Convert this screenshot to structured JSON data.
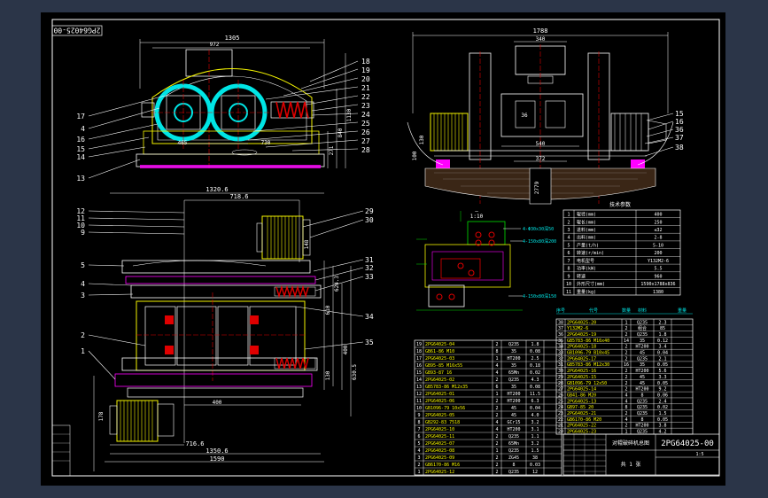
{
  "drawing": {
    "number": "2PG64025-00",
    "number_mirrored": "2PG64025-00",
    "colors": {
      "paper": "#000000",
      "frame": "#ffffff",
      "outline": "#f5f500",
      "body": "#ffffff",
      "red": "#e00000",
      "magenta": "#ff00ff",
      "cyan": "#00e5e5",
      "green": "#00e000",
      "blue": "#3a5cff",
      "orange": "#ff8a00"
    }
  },
  "front_view": {
    "dims": {
      "overall": "1305",
      "inner": "972",
      "gap": "465",
      "spring": "730",
      "h1": "271",
      "h2": "840",
      "h3": "1130"
    },
    "left_callouts": [
      "17",
      "4",
      "16",
      "15",
      "14",
      "13"
    ],
    "right_callouts": [
      "18",
      "19",
      "20",
      "21",
      "22",
      "23",
      "24",
      "25",
      "26",
      "27",
      "28"
    ]
  },
  "side_view": {
    "dims": {
      "overall": "1788",
      "top": "340",
      "base1": "540",
      "base2": "372",
      "depth": "2779",
      "h": "130",
      "v": "100",
      "ctr": "36"
    },
    "right_callouts": [
      "15",
      "16",
      "36",
      "37",
      "38"
    ]
  },
  "plan_view": {
    "dims": {
      "top1": "1320.6",
      "top2": "718.6",
      "bot1": "716.6",
      "bot2": "1350.6",
      "bot3": "1590",
      "mid": "400",
      "r1": "610",
      "r2": "624.3",
      "r3": "400",
      "r4": "630.5",
      "r5": "130",
      "r6": "178",
      "left": "148"
    },
    "left_callouts": [
      "12",
      "11",
      "10",
      "9",
      "5",
      "4",
      "3",
      "2",
      "1"
    ],
    "right_callouts": [
      "29",
      "30",
      "31",
      "32",
      "33",
      "34",
      "35"
    ]
  },
  "detail": {
    "scale": "1:10",
    "labels": [
      "4-Φ30x30深50",
      "4-150x80深200",
      "4-150x80深150"
    ]
  },
  "spec_table": {
    "header": "技术参数",
    "rows": [
      [
        "1",
        "辊径(mm)",
        "400"
      ],
      [
        "2",
        "辊长(mm)",
        "250"
      ],
      [
        "3",
        "进料(mm)",
        "≤32"
      ],
      [
        "4",
        "出料(mm)",
        "2-8"
      ],
      [
        "5",
        "产量(t/h)",
        "5-10"
      ],
      [
        "6",
        "转速(r/min)",
        "200"
      ],
      [
        "7",
        "电机型号",
        "Y132M2-6"
      ],
      [
        "8",
        "功率(kW)",
        "5.5"
      ],
      [
        "9",
        "转速",
        "960"
      ],
      [
        "10",
        "外形尺寸(mm)",
        "1590x1788x836"
      ],
      [
        "11",
        "重量(kg)",
        "1380"
      ]
    ]
  },
  "bom_left": {
    "rows": [
      [
        "19",
        "2PG64025-04",
        "2",
        "Q235",
        "1.8"
      ],
      [
        "18",
        "GB61-86 M10",
        "8",
        "35",
        "0.08"
      ],
      [
        "17",
        "2PG64025-03",
        "1",
        "HT200",
        "2.5"
      ],
      [
        "16",
        "GB95-85 M16x55",
        "4",
        "35",
        "0.18"
      ],
      [
        "15",
        "GB93-87 16",
        "4",
        "65Mn",
        "0.02"
      ],
      [
        "14",
        "2PG64025-02",
        "2",
        "Q235",
        "4.3"
      ],
      [
        "13",
        "GB5783-86 M12x35",
        "6",
        "35",
        "0.08"
      ],
      [
        "12",
        "2PG64025-01",
        "1",
        "HT200",
        "11.5"
      ],
      [
        "11",
        "2PG64025-06",
        "2",
        "HT200",
        "6.3"
      ],
      [
        "10",
        "GB1096-79 10x56",
        "2",
        "45",
        "0.04"
      ],
      [
        "9",
        "2PG64025-05",
        "2",
        "45",
        "4.0"
      ],
      [
        "8",
        "GB292-83 7518",
        "4",
        "GCr15",
        "3.2"
      ],
      [
        "7",
        "2PG64025-10",
        "4",
        "HT200",
        "3.1"
      ],
      [
        "6",
        "2PG64025-11",
        "2",
        "Q235",
        "1.1"
      ],
      [
        "5",
        "2PG64025-07",
        "2",
        "65Mn",
        "3.2"
      ],
      [
        "4",
        "2PG64025-08",
        "1",
        "Q235",
        "1.5"
      ],
      [
        "3",
        "2PG64025-09",
        "2",
        "ZG45",
        "38"
      ],
      [
        "2",
        "GB6170-86 M16",
        "2",
        "8",
        "0.03"
      ],
      [
        "1",
        "2PG64025-12",
        "2",
        "Q235",
        "12"
      ]
    ]
  },
  "bom_right": {
    "rows": [
      [
        "38",
        "2PG64025-20",
        "1",
        "Q235",
        "2.3"
      ],
      [
        "37",
        "Y132M2-6",
        "2",
        "组合",
        "85"
      ],
      [
        "36",
        "2PG64025-19",
        "2",
        "Q235",
        "1.8"
      ],
      [
        "35",
        "GB5783-86 M16x40",
        "14",
        "35",
        "0.12"
      ],
      [
        "34",
        "2PG64025-18",
        "2",
        "HT200",
        "3.4"
      ],
      [
        "33",
        "GB1096-79 B10x45",
        "2",
        "45",
        "0.04"
      ],
      [
        "32",
        "2PG64025-17",
        "2",
        "Q235",
        "2.1"
      ],
      [
        "31",
        "GB5783-86 M12x30",
        "16",
        "35",
        "0.05"
      ],
      [
        "30",
        "2PG64025-16",
        "2",
        "HT200",
        "5.6"
      ],
      [
        "29",
        "2PG64025-15",
        "2",
        "45",
        "3.3"
      ],
      [
        "28",
        "GB1096-79 12x50",
        "2",
        "45",
        "0.05"
      ],
      [
        "27",
        "2PG64025-14",
        "2",
        "HT200",
        "9.2"
      ],
      [
        "26",
        "GB41-86 M20",
        "4",
        "8",
        "0.06"
      ],
      [
        "25",
        "2PG64025-13",
        "4",
        "Q235",
        "2.4"
      ],
      [
        "24",
        "GB97-85 20",
        "8",
        "Q235",
        "0.02"
      ],
      [
        "23",
        "2PG64025-21",
        "2",
        "Q235",
        "1.5"
      ],
      [
        "22",
        "GB6170-86 M20",
        "4",
        "8",
        "0.05"
      ],
      [
        "21",
        "2PG64025-22",
        "2",
        "HT200",
        "3.8"
      ],
      [
        "20",
        "2PG64025-23",
        "1",
        "Q235",
        "4.2"
      ]
    ]
  },
  "bom_header": [
    "序号",
    "代号",
    "数量",
    "材料",
    "重量"
  ],
  "title_block": {
    "name": "对辊破碎机总图",
    "drawing_no": "2PG64025-00",
    "scale": "1:5",
    "sheet": "共 1 张"
  }
}
